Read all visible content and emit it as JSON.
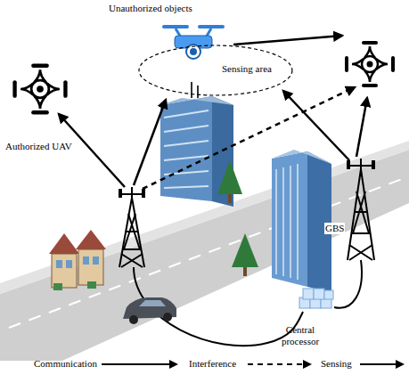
{
  "diagram": {
    "nodes": [
      {
        "text": [
          "Sensing area"
        ]
      }
    ],
    "edges": [],
    "labels": [
      "Unauthorized objects",
      "Authorized UAV",
      "GBS",
      "Central processor"
    ],
    "legend": [
      {
        "text": "Communication"
      },
      {
        "text": "Interference"
      },
      {
        "text": "Sensing"
      }
    ]
  }
}
